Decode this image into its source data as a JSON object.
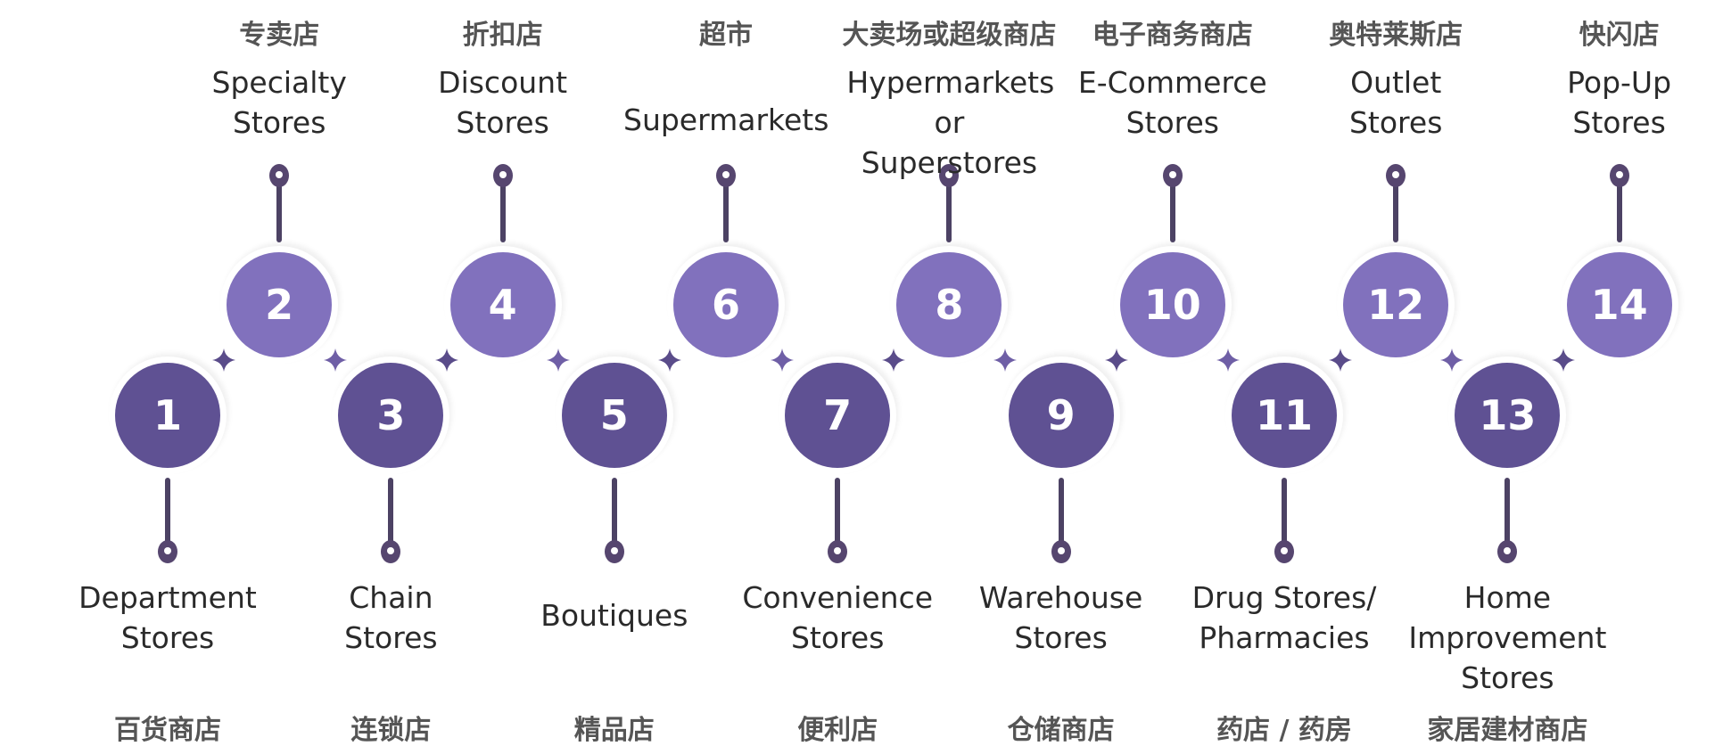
{
  "diagram": {
    "title": "",
    "accent_colors": {
      "odd_node": "#5f5193",
      "even_node": "#8171bd",
      "pin": "#56466f",
      "english_text": "#2a2a2a",
      "chinese_text": "#555555"
    },
    "items": [
      {
        "number": "1",
        "en": "Department\nStores",
        "zh": "百货商店",
        "position": "bottom"
      },
      {
        "number": "2",
        "en": "Specialty\nStores",
        "zh": "专卖店",
        "position": "top"
      },
      {
        "number": "3",
        "en": "Chain\nStores",
        "zh": "连锁店",
        "position": "bottom"
      },
      {
        "number": "4",
        "en": "Discount\nStores",
        "zh": "折扣店",
        "position": "top"
      },
      {
        "number": "5",
        "en": "Boutiques",
        "zh": "精品店",
        "position": "bottom"
      },
      {
        "number": "6",
        "en": "Supermarkets",
        "zh": "超市",
        "position": "top"
      },
      {
        "number": "7",
        "en": "Convenience\nStores",
        "zh": "便利店",
        "position": "bottom"
      },
      {
        "number": "8",
        "en": "Hypermarkets\nor Superstores",
        "zh": "大卖场或超级商店",
        "position": "top"
      },
      {
        "number": "9",
        "en": "Warehouse\nStores",
        "zh": "仓储商店",
        "position": "bottom"
      },
      {
        "number": "10",
        "en": "E-Commerce\nStores",
        "zh": "电子商务商店",
        "position": "top"
      },
      {
        "number": "11",
        "en": "Drug Stores/\nPharmacies",
        "zh": "药店 / 药房",
        "position": "bottom"
      },
      {
        "number": "12",
        "en": "Outlet\nStores",
        "zh": "奥特莱斯店",
        "position": "top"
      },
      {
        "number": "13",
        "en": "Home\nImprovement\nStores",
        "zh": "家居建材商店",
        "position": "bottom"
      },
      {
        "number": "14",
        "en": "Pop-Up\nStores",
        "zh": "快闪店",
        "position": "top"
      }
    ]
  }
}
